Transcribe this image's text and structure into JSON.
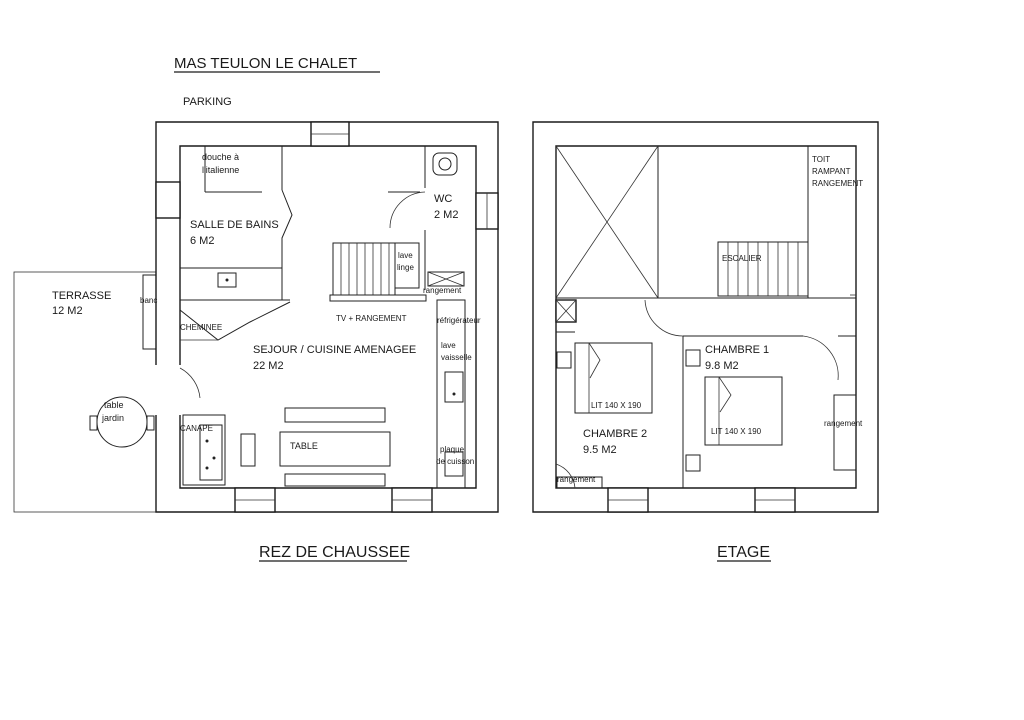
{
  "title": "MAS TEULON  LE CHALET",
  "parking": "PARKING",
  "ground_floor": {
    "heading": "REZ DE CHAUSSEE",
    "terrace": "TERRASSE",
    "terrace_area": "12 M2",
    "banc": "banc",
    "table_jardin_1": "table",
    "table_jardin_2": "jardin",
    "shower_1": "douche à",
    "shower_2": "l'italienne",
    "bathroom": "SALLE DE BAINS",
    "bathroom_area": "6 M2",
    "wc": "WC",
    "wc_area": "2 M2",
    "lave_linge_1": "lave",
    "lave_linge_2": "linge",
    "rangement": "rangement",
    "cheminee": "CHEMINEE",
    "tv": "TV + RANGEMENT",
    "refrigerateur": "réfrigérateur",
    "living": "SEJOUR / CUISINE  AMENAGEE",
    "living_area": "22 M2",
    "lave_vaisselle_1": "lave",
    "lave_vaisselle_2": "vaisselle",
    "canape": "CANAPE",
    "table": "TABLE",
    "plaque_1": "plaque",
    "plaque_2": "de cuisson"
  },
  "upper_floor": {
    "heading": "ETAGE",
    "roof_1": "TOIT",
    "roof_2": "RAMPANT",
    "roof_3": "RANGEMENT",
    "escalier": "ESCALIER",
    "bedroom1": "CHAMBRE 1",
    "bedroom1_area": "9.8 M2",
    "bed1": "LIT 140 X 190",
    "bedroom2": "CHAMBRE 2",
    "bedroom2_area": "9.5 M2",
    "bed2": "LIT 140 X 190",
    "rangement_1": "rangement",
    "rangement_2": "rangement"
  }
}
